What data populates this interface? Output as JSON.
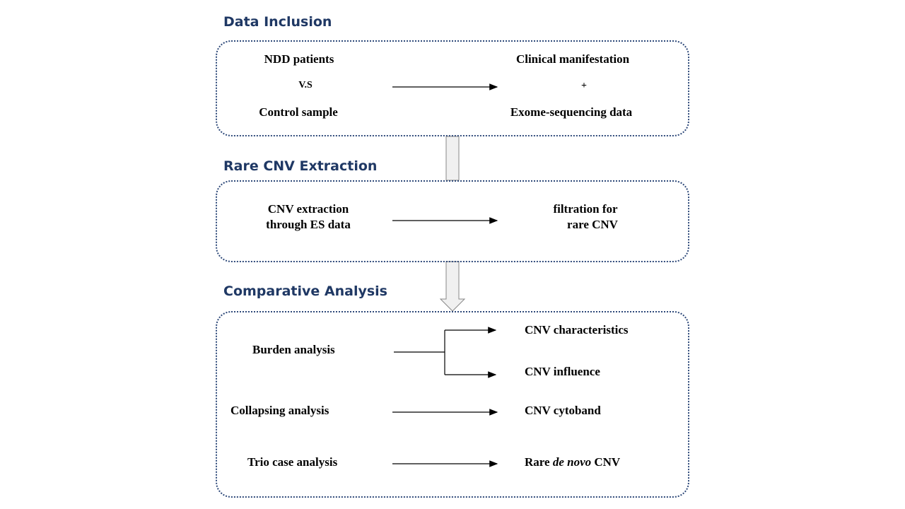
{
  "sections": {
    "data_inclusion": {
      "title": "Data Inclusion",
      "left_top": "NDD patients",
      "left_mid": "V.S",
      "left_bottom": "Control sample",
      "right_top": "Clinical manifestation",
      "right_mid": "+",
      "right_bottom": "Exome-sequencing data"
    },
    "rare_cnv": {
      "title": "Rare CNV Extraction",
      "left_line1": "CNV extraction",
      "left_line2": "through ES data",
      "right_line1": "filtration for",
      "right_line2": "rare CNV"
    },
    "comparative": {
      "title": "Comparative Analysis",
      "burden": "Burden analysis",
      "characteristics": "CNV characteristics",
      "influence": "CNV influence",
      "collapsing": "Collapsing analysis",
      "cytoband": "CNV cytoband",
      "trio": "Trio case analysis",
      "rare_prefix": "Rare",
      "rare_italic": "de novo",
      "rare_suffix": "CNV"
    }
  }
}
